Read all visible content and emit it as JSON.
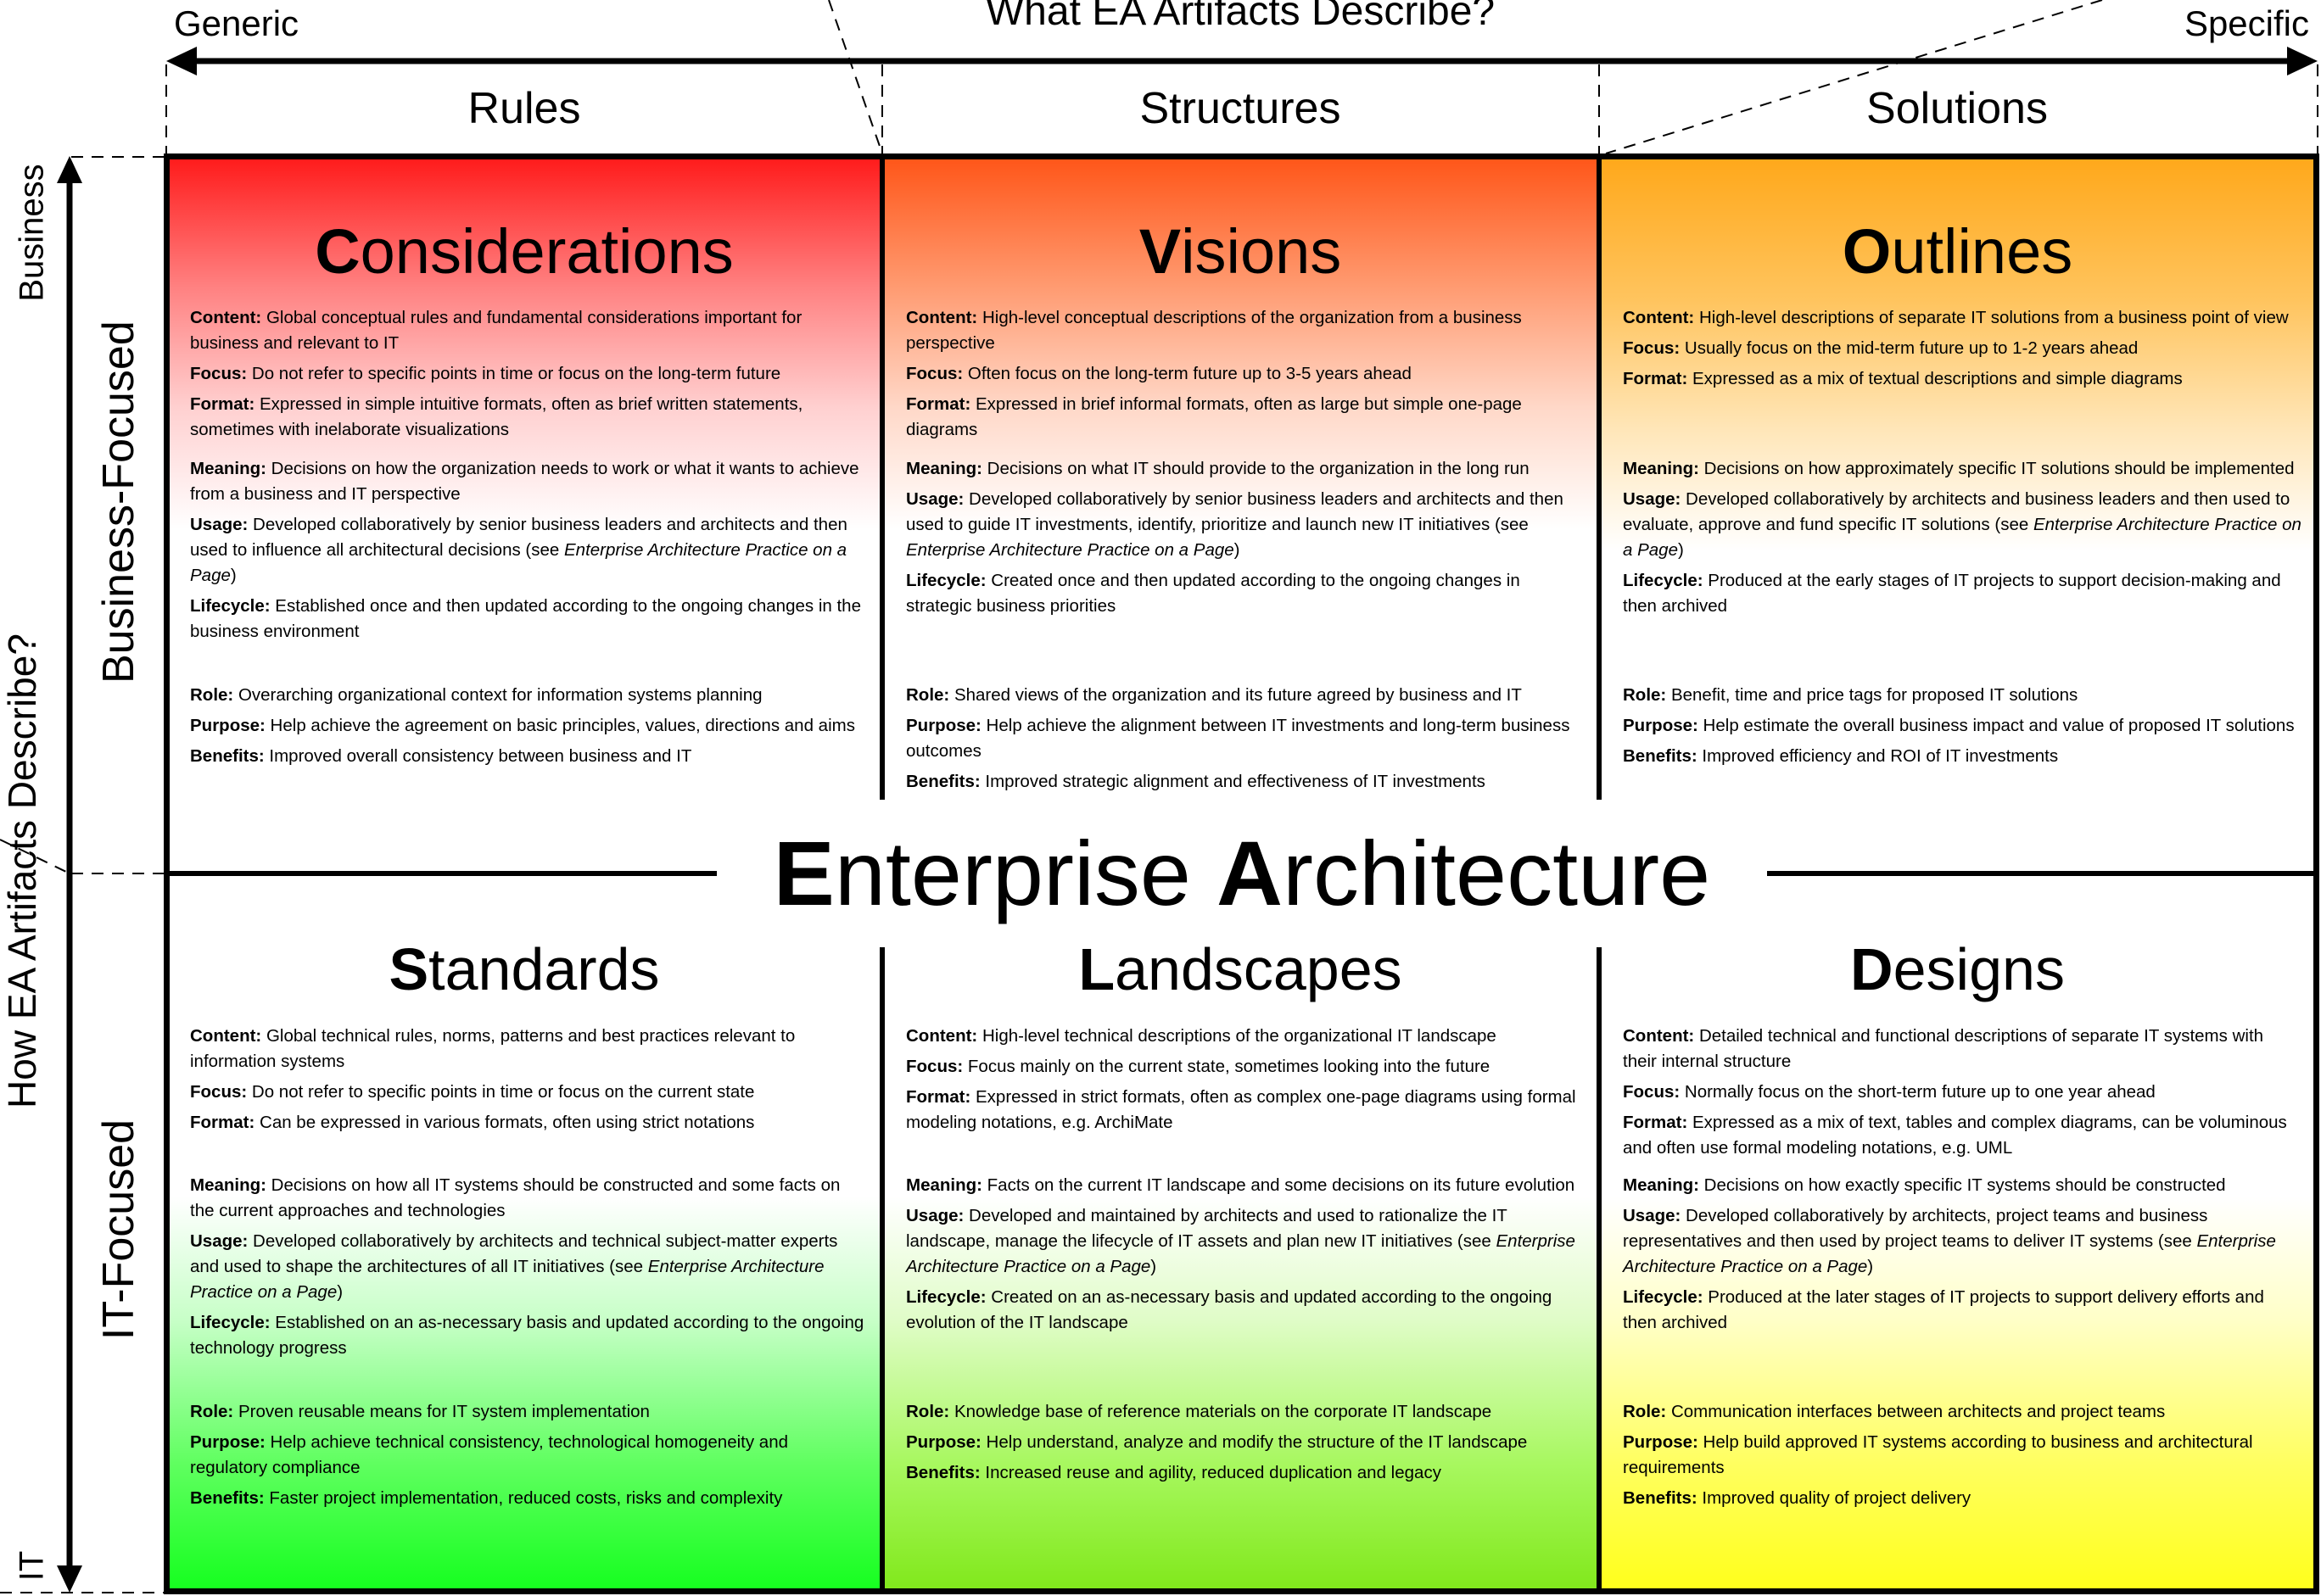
{
  "header": {
    "title": "What EA Artifacts Describe?",
    "left_end": "Generic",
    "right_end": "Specific",
    "columns": [
      "Rules",
      "Structures",
      "Solutions"
    ]
  },
  "side": {
    "title": "How EA Artifacts Describe?",
    "top_end": "Business",
    "bottom_end": "IT",
    "rows": [
      "Business-Focused",
      "IT-Focused"
    ]
  },
  "center": {
    "initial": "E",
    "rest": "nterprise ",
    "initial2": "A",
    "rest2": "rchitecture"
  },
  "colors": {
    "considerations": "#ff1a1a",
    "visions": "#ff5518",
    "outlines": "#ffa81a",
    "standards": "#14ff1e",
    "landscapes": "#80e81a",
    "designs": "#ffff1a"
  },
  "cells": [
    {
      "initial": "C",
      "rest": "onsiderations",
      "items": [
        {
          "label": "Content:",
          "text": " Global conceptual rules and fundamental considerations important for business and relevant to IT"
        },
        {
          "label": "Focus:",
          "text": " Do not refer to specific points in time or focus on the long-term future"
        },
        {
          "label": "Format:",
          "text": " Expressed in simple intuitive formats, often as brief written statements, sometimes with inelaborate visualizations"
        },
        {
          "label": "Meaning:",
          "text": " Decisions on how the organization needs to work or what it wants to achieve from a business and IT perspective"
        },
        {
          "label": "Usage:",
          "text": " Developed collaboratively by senior business leaders and architects and then used to influence all architectural decisions (see ",
          "ref": "Enterprise Architecture Practice on a Page",
          "after": ")"
        },
        {
          "label": "Lifecycle:",
          "text": " Established once and then updated according to the ongoing changes in the business environment"
        },
        {
          "label": "Role:",
          "text": " Overarching organizational context for information systems planning"
        },
        {
          "label": "Purpose:",
          "text": " Help achieve the agreement on basic principles, values, directions and aims"
        },
        {
          "label": "Benefits:",
          "text": " Improved overall consistency between business and IT"
        }
      ]
    },
    {
      "initial": "V",
      "rest": "isions",
      "items": [
        {
          "label": "Content:",
          "text": " High-level conceptual descriptions of the organization from a business perspective"
        },
        {
          "label": "Focus:",
          "text": " Often focus on the long-term future up to 3-5 years ahead"
        },
        {
          "label": "Format:",
          "text": " Expressed in brief informal formats, often as large but simple one-page diagrams"
        },
        {
          "label": "Meaning:",
          "text": " Decisions on what IT should provide to the organization in the long run"
        },
        {
          "label": "Usage:",
          "text": " Developed collaboratively by senior business leaders and architects and then used to guide IT investments, identify, prioritize and launch new IT initiatives (see ",
          "ref": "Enterprise Architecture Practice on a Page",
          "after": ")"
        },
        {
          "label": "Lifecycle:",
          "text": " Created once and then updated according to the ongoing changes in strategic business priorities"
        },
        {
          "label": "Role:",
          "text": " Shared views of the organization and its future agreed by business and IT"
        },
        {
          "label": "Purpose:",
          "text": " Help achieve the alignment between IT investments and long-term business outcomes"
        },
        {
          "label": "Benefits:",
          "text": " Improved strategic alignment and effectiveness of IT investments"
        }
      ]
    },
    {
      "initial": "O",
      "rest": "utlines",
      "items": [
        {
          "label": "Content:",
          "text": " High-level descriptions of separate IT solutions from a business point of view"
        },
        {
          "label": "Focus:",
          "text": " Usually focus on the mid-term future up to 1-2 years ahead"
        },
        {
          "label": "Format:",
          "text": " Expressed as a mix of textual descriptions and simple diagrams"
        },
        {
          "label": "Meaning:",
          "text": " Decisions on how approximately specific IT solutions should be implemented"
        },
        {
          "label": "Usage:",
          "text": " Developed collaboratively by architects and business leaders and then used to evaluate, approve and fund specific IT solutions (see ",
          "ref": "Enterprise Architecture Practice on a Page",
          "after": ")"
        },
        {
          "label": "Lifecycle:",
          "text": " Produced at the early stages of IT projects to support decision-making and then archived"
        },
        {
          "label": "Role:",
          "text": " Benefit, time and price tags for proposed IT solutions"
        },
        {
          "label": "Purpose:",
          "text": " Help estimate the overall business impact and value of proposed IT solutions"
        },
        {
          "label": "Benefits:",
          "text": " Improved efficiency and ROI of IT investments"
        }
      ]
    },
    {
      "initial": "S",
      "rest": "tandards",
      "items": [
        {
          "label": "Content:",
          "text": " Global technical rules, norms, patterns and best practices relevant to information systems"
        },
        {
          "label": "Focus:",
          "text": " Do not refer to specific points in time or focus on the current state"
        },
        {
          "label": "Format:",
          "text": " Can be expressed in various formats, often using strict notations"
        },
        {
          "label": "Meaning:",
          "text": " Decisions on how all IT systems should be constructed and some facts on the current approaches and technologies"
        },
        {
          "label": "Usage:",
          "text": " Developed collaboratively by architects and technical subject-matter experts and used to shape the architectures of all IT initiatives (see ",
          "ref": "Enterprise Architecture Practice on a Page",
          "after": ")"
        },
        {
          "label": "Lifecycle:",
          "text": " Established on an as-necessary basis and updated according to the ongoing technology progress"
        },
        {
          "label": "Role:",
          "text": " Proven reusable means for IT system implementation"
        },
        {
          "label": "Purpose:",
          "text": " Help achieve technical consistency, technological homogeneity and regulatory compliance"
        },
        {
          "label": "Benefits:",
          "text": " Faster project implementation, reduced costs, risks and complexity"
        }
      ]
    },
    {
      "initial": "L",
      "rest": "andscapes",
      "items": [
        {
          "label": "Content:",
          "text": " High-level technical descriptions of the organizational IT landscape"
        },
        {
          "label": "Focus:",
          "text": " Focus mainly on the current state, sometimes looking into the future"
        },
        {
          "label": "Format:",
          "text": " Expressed in strict formats, often as complex one-page diagrams using formal modeling notations, e.g. ArchiMate"
        },
        {
          "label": "Meaning:",
          "text": " Facts on the current IT landscape and some decisions on its future evolution"
        },
        {
          "label": "Usage:",
          "text": " Developed and maintained by architects and used to rationalize the IT landscape, manage the lifecycle of IT assets and plan new IT initiatives (see ",
          "ref": "Enterprise Architecture Practice on a Page",
          "after": ")"
        },
        {
          "label": "Lifecycle:",
          "text": " Created on an as-necessary basis and updated according to the ongoing evolution of the IT landscape"
        },
        {
          "label": "Role:",
          "text": " Knowledge base of reference materials on the corporate IT landscape"
        },
        {
          "label": "Purpose:",
          "text": " Help understand, analyze and modify the structure of the IT landscape"
        },
        {
          "label": "Benefits:",
          "text": " Increased reuse and agility, reduced duplication and legacy"
        }
      ]
    },
    {
      "initial": "D",
      "rest": "esigns",
      "items": [
        {
          "label": "Content:",
          "text": " Detailed technical and functional descriptions of separate IT systems with their internal structure"
        },
        {
          "label": "Focus:",
          "text": " Normally focus on the short-term future up to one year ahead"
        },
        {
          "label": "Format:",
          "text": " Expressed as a mix of text, tables and complex diagrams, can be voluminous and often use formal modeling notations, e.g. UML"
        },
        {
          "label": "Meaning:",
          "text": " Decisions on how exactly specific IT systems should be constructed"
        },
        {
          "label": "Usage:",
          "text": " Developed collaboratively by architects, project teams and business representatives and then used by project teams to deliver IT systems (see ",
          "ref": "Enterprise Architecture Practice on a Page",
          "after": ")"
        },
        {
          "label": "Lifecycle:",
          "text": " Produced at the later stages of IT projects to support delivery efforts and then archived"
        },
        {
          "label": "Role:",
          "text": " Communication interfaces between architects and project teams"
        },
        {
          "label": "Purpose:",
          "text": " Help build approved IT systems according to business and architectural requirements"
        },
        {
          "label": "Benefits:",
          "text": " Improved quality of project delivery"
        }
      ]
    }
  ]
}
